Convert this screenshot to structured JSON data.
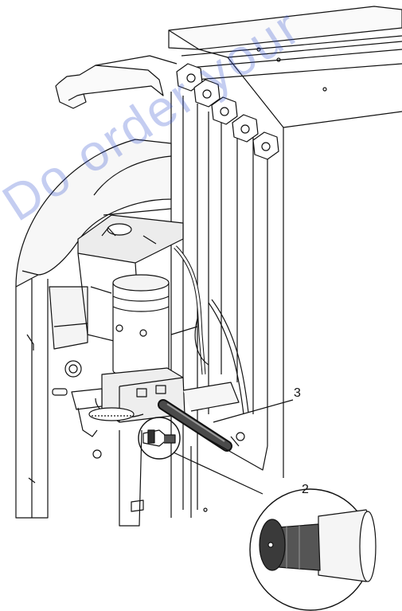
{
  "callouts": {
    "label_3": "3",
    "label_2": "2"
  },
  "watermark_text": "Do order your",
  "colors": {
    "line": "#111111",
    "fill_light": "#f4f4f4",
    "fill_mid": "#d8d8d8",
    "fill_dark": "#555555",
    "watermark": "#3c5ad2"
  }
}
